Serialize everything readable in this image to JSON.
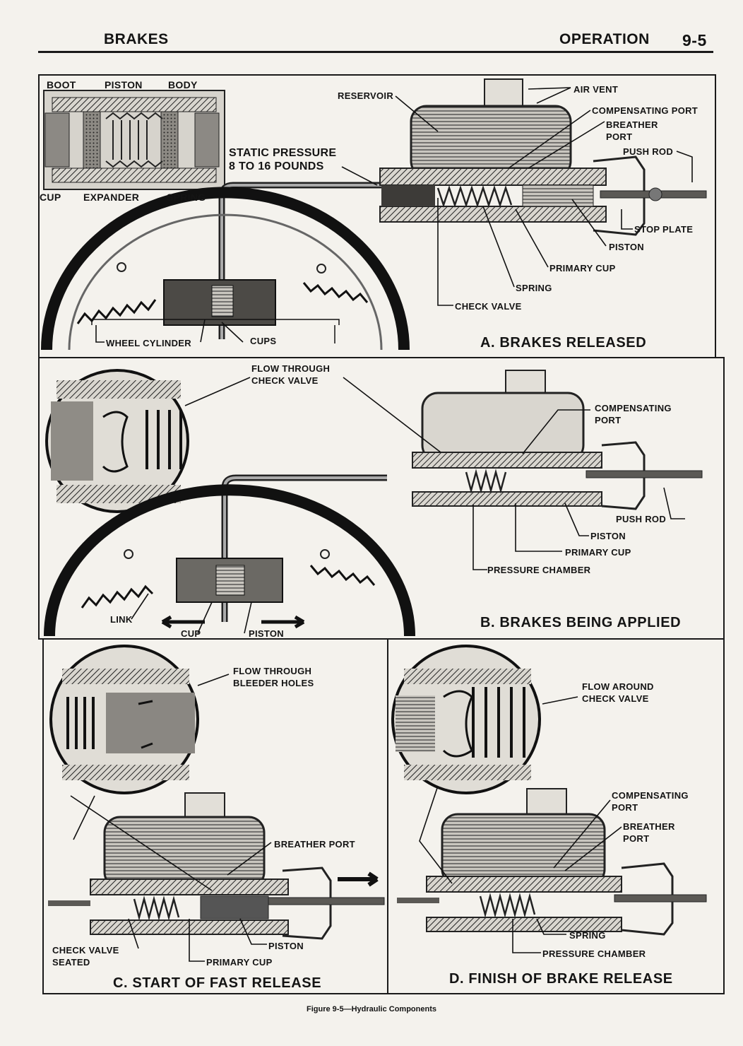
{
  "header": {
    "left": "BRAKES",
    "section": "OPERATION",
    "page": "9-5"
  },
  "panels": {
    "a": {
      "caption": "A. BRAKES RELEASED",
      "labels": {
        "boot": "BOOT",
        "piston_top": "PISTON",
        "body": "BODY",
        "cup": "CUP",
        "expander": "EXPANDER",
        "spring_inset": "SPRING",
        "static_pressure": "STATIC PRESSURE\n8 TO 16 POUNDS",
        "reservoir": "RESERVOIR",
        "air_vent": "AIR VENT",
        "compensating_port": "COMPENSATING PORT",
        "breather_port": "BREATHER\nPORT",
        "push_rod": "PUSH ROD",
        "stop_plate": "STOP PLATE",
        "piston": "PISTON",
        "primary_cup": "PRIMARY CUP",
        "spring": "SPRING",
        "check_valve": "CHECK VALVE",
        "wheel_cylinder": "WHEEL CYLINDER",
        "cups": "CUPS"
      }
    },
    "b": {
      "caption": "B. BRAKES BEING APPLIED",
      "labels": {
        "flow_check": "FLOW THROUGH\nCHECK VALVE",
        "compensating_port": "COMPENSATING\nPORT",
        "push_rod": "PUSH ROD",
        "piston": "PISTON",
        "primary_cup": "PRIMARY CUP",
        "pressure_chamber": "PRESSURE CHAMBER",
        "link": "LINK",
        "cup": "CUP",
        "piston_wheel": "PISTON"
      }
    },
    "c": {
      "caption": "C. START OF FAST RELEASE",
      "labels": {
        "flow_bleeder": "FLOW THROUGH\nBLEEDER HOLES",
        "breather_port": "BREATHER PORT",
        "check_valve_seated": "CHECK VALVE\nSEATED",
        "piston": "PISTON",
        "primary_cup": "PRIMARY CUP"
      }
    },
    "d": {
      "caption": "D. FINISH OF BRAKE RELEASE",
      "labels": {
        "flow_around": "FLOW AROUND\nCHECK VALVE",
        "compensating_port": "COMPENSATING\nPORT",
        "breather_port": "BREATHER\nPORT",
        "spring": "SPRING",
        "pressure_chamber": "PRESSURE CHAMBER"
      }
    }
  },
  "figure_caption": "Figure 9-5—Hydraulic Components"
}
